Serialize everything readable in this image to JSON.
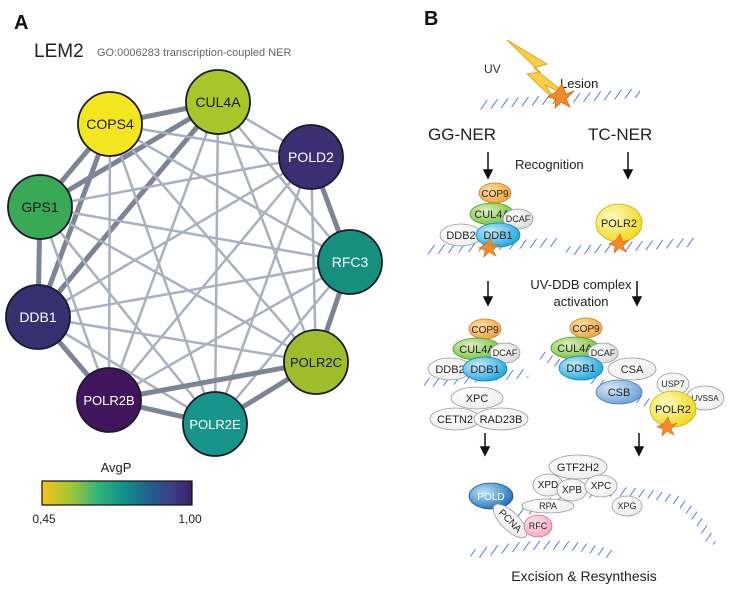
{
  "panel_a": {
    "letter": "A",
    "title": "LEM2",
    "go_term": "GO:0006283  transcription-coupled NER",
    "nodes": [
      {
        "id": "CUL4A",
        "label": "CUL4A",
        "fill": "#a8c52a",
        "text": "#1a1a1a"
      },
      {
        "id": "COPS4",
        "label": "COPS4",
        "fill": "#f3e51e",
        "text": "#1a1a1a"
      },
      {
        "id": "POLD2",
        "label": "POLD2",
        "fill": "#3b2f72",
        "text": "#ffffff"
      },
      {
        "id": "GPS1",
        "label": "GPS1",
        "fill": "#3aa956",
        "text": "#1a1a1a"
      },
      {
        "id": "RFC3",
        "label": "RFC3",
        "fill": "#15907f",
        "text": "#ffffff"
      },
      {
        "id": "DDB1",
        "label": "DDB1",
        "fill": "#37306f",
        "text": "#ffffff"
      },
      {
        "id": "POLR2C",
        "label": "POLR2C",
        "fill": "#9ebd2b",
        "text": "#1a1a1a"
      },
      {
        "id": "POLR2B",
        "label": "POLR2B",
        "fill": "#40155c",
        "text": "#ffffff"
      },
      {
        "id": "POLR2E",
        "label": "POLR2E",
        "fill": "#17958a",
        "text": "#ffffff"
      }
    ],
    "colorbar": {
      "title": "AvgP",
      "min_label": "0,45",
      "max_label": "1,00",
      "stops": [
        "#f5c518",
        "#9dc63a",
        "#2fb37a",
        "#148f8a",
        "#1e5f8a",
        "#3a3f8a",
        "#3d1f6a"
      ]
    }
  },
  "panel_b": {
    "letter": "B",
    "uv": "UV",
    "lesion": "Lesion",
    "gg_ner": "GG-NER",
    "tc_ner": "TC-NER",
    "recognition": "Recognition",
    "uvddb_line1": "UV-DDB complex",
    "uvddb_line2": "activation",
    "excision": "Excision & Resynthesis",
    "proteins": {
      "cop9": "COP9",
      "cul4a": "CUL4A",
      "dcaf": "DCAF",
      "ddb2": "DDB2",
      "ddb1": "DDB1",
      "polr2": "POLR2",
      "xpc": "XPC",
      "cetn2": "CETN2",
      "rad23b": "RAD23B",
      "csa": "CSA",
      "csb": "CSB",
      "usp7": "USP7",
      "uvssa": "UVSSA",
      "gtf2h2": "GTF2H2",
      "xpd": "XPD",
      "xpb": "XPB",
      "rpa": "RPA",
      "xpg": "XPG",
      "pold": "POLD",
      "pcna": "PCNA",
      "rfc": "RFC"
    }
  }
}
